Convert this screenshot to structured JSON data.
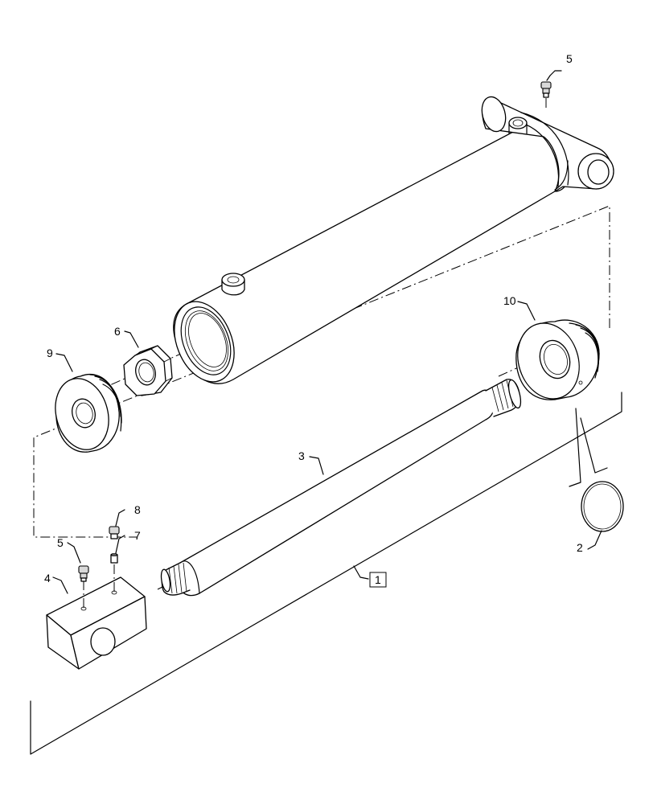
{
  "diagram": {
    "callouts": [
      {
        "id": "callout-1",
        "label": "1"
      },
      {
        "id": "callout-2",
        "label": "2"
      },
      {
        "id": "callout-3",
        "label": "3"
      },
      {
        "id": "callout-4",
        "label": "4"
      },
      {
        "id": "callout-5-top",
        "label": "5"
      },
      {
        "id": "callout-5-left",
        "label": "5"
      },
      {
        "id": "callout-6",
        "label": "6"
      },
      {
        "id": "callout-7",
        "label": "7"
      },
      {
        "id": "callout-8",
        "label": "8"
      },
      {
        "id": "callout-9",
        "label": "9"
      },
      {
        "id": "callout-10",
        "label": "10"
      }
    ]
  }
}
